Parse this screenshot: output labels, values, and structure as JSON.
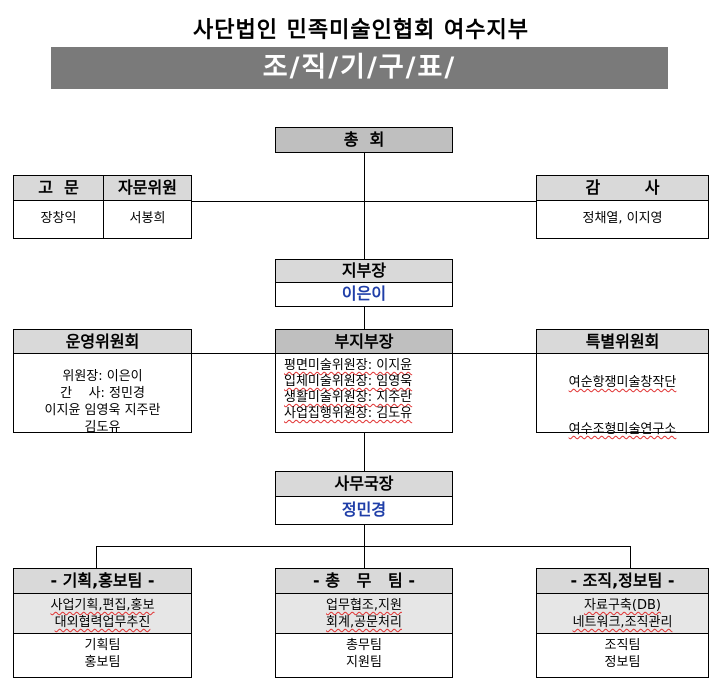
{
  "title": "사단법인 민족미술인협회 여수지부",
  "banner": "조/직/기/구/표/",
  "general_meeting": "총  회",
  "advisor": {
    "header": "고  문",
    "name": "장창익"
  },
  "consultant": {
    "header": "자문위원",
    "name": "서봉희"
  },
  "auditor": {
    "header": "감        사",
    "names": "정채열, 이지영"
  },
  "branch_head": {
    "header": "지부장",
    "name": "이은이"
  },
  "operations": {
    "header": "운영위원회",
    "lines": [
      "위원장: 이은이",
      "간    사: 정민경",
      "이지윤 임영욱 지주란",
      "김도유"
    ]
  },
  "deputy": {
    "header": "부지부장",
    "lines": [
      "평면미술위원장: 이지윤",
      "입체미술위원장: 임영욱",
      "생활미술위원장: 지주란",
      "사업집행위원장: 김도유"
    ]
  },
  "special": {
    "header": "특별위원회",
    "lines": [
      "여순항쟁미술창작단",
      "여수조형미술연구소"
    ]
  },
  "secretary": {
    "header": "사무국장",
    "name": "정민경"
  },
  "teams": [
    {
      "header": "- 기획,홍보팀 -",
      "duties": [
        "사업기획,편집,홍보",
        "대외협력업무추진"
      ],
      "units": [
        "기획팀",
        "홍보팀"
      ]
    },
    {
      "header": "- 총   무   팀 -",
      "duties": [
        "업무협조,지원",
        "회계,공문처리"
      ],
      "units": [
        "총무팀",
        "지원팀"
      ]
    },
    {
      "header": "- 조직,정보팀 -",
      "duties": [
        "자료구축(DB)",
        "네트워크,조직관리"
      ],
      "units": [
        "조직팀",
        "정보팀"
      ]
    }
  ]
}
